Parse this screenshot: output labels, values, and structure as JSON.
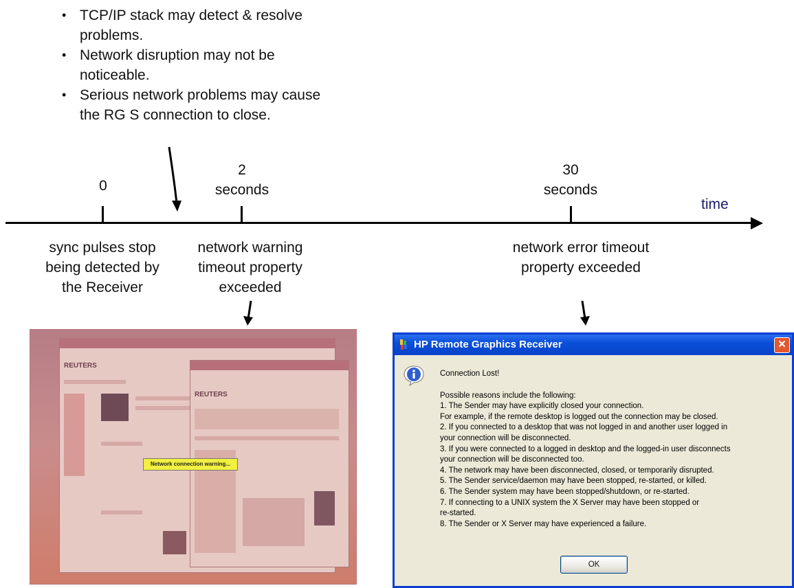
{
  "bullets": [
    "TCP/IP stack may detect & resolve problems.",
    "Network disruption may not be noticeable.",
    "Serious network problems may cause the RG S connection to close."
  ],
  "timeline": {
    "axis_label": "time",
    "ticks": [
      {
        "top": "",
        "bottom": "0"
      },
      {
        "top": "2",
        "bottom": "seconds"
      },
      {
        "top": "30",
        "bottom": "seconds"
      }
    ],
    "events": [
      "sync pulses stop being detected by the Receiver",
      "network warning timeout property exceeded",
      "network error timeout property exceeded"
    ]
  },
  "thumbnail": {
    "brand": "REUTERS",
    "warning_text": "Network connection warning..."
  },
  "dialog": {
    "title": "HP Remote Graphics Receiver",
    "close_label": "✕",
    "heading": "Connection Lost!",
    "lines": [
      "Possible reasons include the following:",
      "1. The Sender may have explicitly closed your connection.",
      "For example, if the remote desktop is logged out the connection may be closed.",
      "2. If you connected to a desktop that was not logged in and another user logged in",
      "your connection will be disconnected.",
      "3. If you were connected to a logged in desktop and the logged-in user disconnects",
      "your connection will be disconnected too.",
      "4. The network may have been disconnected, closed, or temporarily disrupted.",
      "5. The Sender service/daemon may have been stopped, re-started, or killed.",
      "6. The Sender system may have been stopped/shutdown, or re-started.",
      "7. If connecting to a UNIX system the X Server may have been stopped or",
      "re-started.",
      "8. The Sender or X Server may have experienced a failure."
    ],
    "ok_label": "OK"
  },
  "colors": {
    "titlebar": "#0a4fd8",
    "close_button": "#e3572e",
    "dialog_bg": "#ece9d8",
    "axis_label": "#1a1a6e",
    "thumbnail_tint": "#c98a8a",
    "warning_bg": "#f1f040"
  },
  "icons": [
    "info-icon",
    "hp-app-icon",
    "close-icon",
    "down-arrow-icon"
  ]
}
